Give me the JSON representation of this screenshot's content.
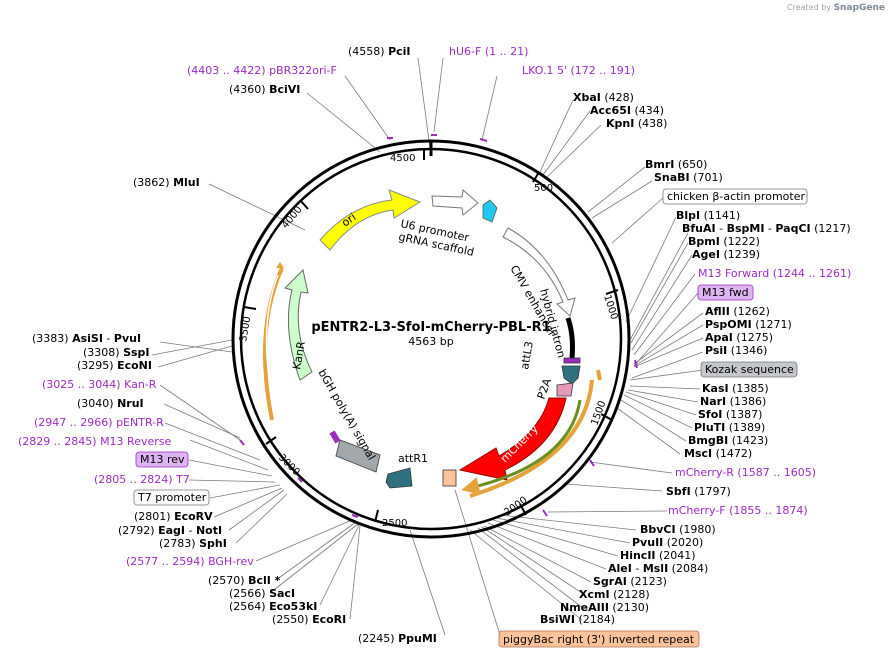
{
  "brand": {
    "created_by": "Created by",
    "name": "SnapGene"
  },
  "plasmid": {
    "name": "pENTR2-L3-SfoI-mCherry-PBL-R1",
    "size": "4563 bp"
  },
  "ticks": [
    "500",
    "1000",
    "1500",
    "2000",
    "2500",
    "3000",
    "3500",
    "4000",
    "4500"
  ],
  "features": {
    "ori": "ori",
    "u6": "U6 promoter",
    "grna": "gRNA scaffold",
    "cmv": "CMV enhancer",
    "hybrid": "hybrid intron",
    "attl3": "attL3",
    "p2a": "P2A",
    "mcherry": "mCherry",
    "kanr": "KanR",
    "bgh": "bGH poly(A) signal",
    "attr1": "attR1"
  },
  "labels": {
    "pcil_pos": "(4558)",
    "pcil": "PciI",
    "hu6f": "hU6-F",
    "hu6f_pos": "(1 .. 21)",
    "pbr_pos": "(4403 .. 4422)",
    "pbr": "pBR322ori-F",
    "lko": "LKO.1 5'",
    "lko_pos": "(172 .. 191)",
    "bcivi_pos": "(4360)",
    "bcivi": "BciVI",
    "xbai": "XbaI",
    "xbai_pos": "(428)",
    "acc65i": "Acc65I",
    "acc65i_pos": "(434)",
    "kpni": "KpnI",
    "kpni_pos": "(438)",
    "mlui_pos": "(3862)",
    "mlui": "MluI",
    "bmri": "BmrI",
    "bmri_pos": "(650)",
    "snabi": "SnaBI",
    "snabi_pos": "(701)",
    "chicken": "chicken β-actin promoter",
    "blpi": "BlpI",
    "blpi_pos": "(1141)",
    "bfuai": "BfuAI",
    "bspmi": "BspMI",
    "paqci": "PaqCI",
    "bfuai_pos": "(1217)",
    "bpmi": "BpmI",
    "bpmi_pos": "(1222)",
    "agei": "AgeI",
    "agei_pos": "(1239)",
    "m13f": "M13 Forward",
    "m13f_pos": "(1244 .. 1261)",
    "m13fwd": "M13 fwd",
    "aflii": "AflII",
    "aflii_pos": "(1262)",
    "pspomi": "PspOMI",
    "pspomi_pos": "(1271)",
    "apai": "ApaI",
    "apai_pos": "(1275)",
    "psii": "PsiI",
    "psii_pos": "(1346)",
    "kozak": "Kozak sequence",
    "asisi_pos": "(3383)",
    "asisi": "AsiSI",
    "pvui": "PvuI",
    "sspi_pos": "(3308)",
    "sspi": "SspI",
    "econi_pos": "(3295)",
    "econi": "EcoNI",
    "kasi": "KasI",
    "kasi_pos": "(1385)",
    "nari": "NarI",
    "nari_pos": "(1386)",
    "sfoi": "SfoI",
    "sfoi_pos": "(1387)",
    "pluti": "PluTI",
    "pluti_pos": "(1389)",
    "bmgbi": "BmgBI",
    "bmgbi_pos": "(1423)",
    "msci": "MscI",
    "msci_pos": "(1472)",
    "kanr_pos": "(3025 .. 3044)",
    "kanr_lbl": "Kan-R",
    "nrui_pos": "(3040)",
    "nrui": "NruI",
    "pentr_pos": "(2947 .. 2966)",
    "pentr": "pENTR-R",
    "m13rev_pos": "(2829 .. 2845)",
    "m13rev": "M13 Reverse",
    "mcherryr": "mCherry-R",
    "mcherryr_pos": "(1587 .. 1605)",
    "m13revbox": "M13 rev",
    "t7_pos": "(2805 .. 2824)",
    "t7": "T7",
    "sbfi": "SbfI",
    "sbfi_pos": "(1797)",
    "t7prom": "T7 promoter",
    "mcherryf": "mCherry-F",
    "mcherryf_pos": "(1855 .. 1874)",
    "ecorv_pos": "(2801)",
    "ecorv": "EcoRV",
    "bbvci": "BbvCI",
    "bbvci_pos": "(1980)",
    "eagi_pos": "(2792)",
    "eagi": "EagI",
    "noti": "NotI",
    "pvuii": "PvuII",
    "pvuii_pos": "(2020)",
    "sphi_pos": "(2783)",
    "sphi": "SphI",
    "hincii": "HincII",
    "hincii_pos": "(2041)",
    "alei": "AleI",
    "msli": "MslI",
    "alei_pos": "(2084)",
    "bghrev_pos": "(2577 .. 2594)",
    "bghrev": "BGH-rev",
    "sgrai": "SgrAI",
    "sgrai_pos": "(2123)",
    "bcli_pos": "(2570)",
    "bcli": "BclI *",
    "xcmi": "XcmI",
    "xcmi_pos": "(2128)",
    "saci_pos": "(2566)",
    "saci": "SacI",
    "nmeaiii": "NmeAIII",
    "nmeaiii_pos": "(2130)",
    "eco53ki_pos": "(2564)",
    "eco53ki": "Eco53kI",
    "bsiwi": "BsiWI",
    "bsiwi_pos": "(2184)",
    "ecori_pos": "(2550)",
    "ecori": "EcoRI",
    "ppumi_pos": "(2245)",
    "ppumi": "PpuMI",
    "piggybac": "piggyBac right (3') inverted repeat"
  },
  "colors": {
    "ori": "#ffff00",
    "mcherry": "#ff0000",
    "kanr": "#ccffcc",
    "attr1": "#2f7182",
    "primer": "#9a2cc0",
    "piggybac": "#ffc39a"
  }
}
